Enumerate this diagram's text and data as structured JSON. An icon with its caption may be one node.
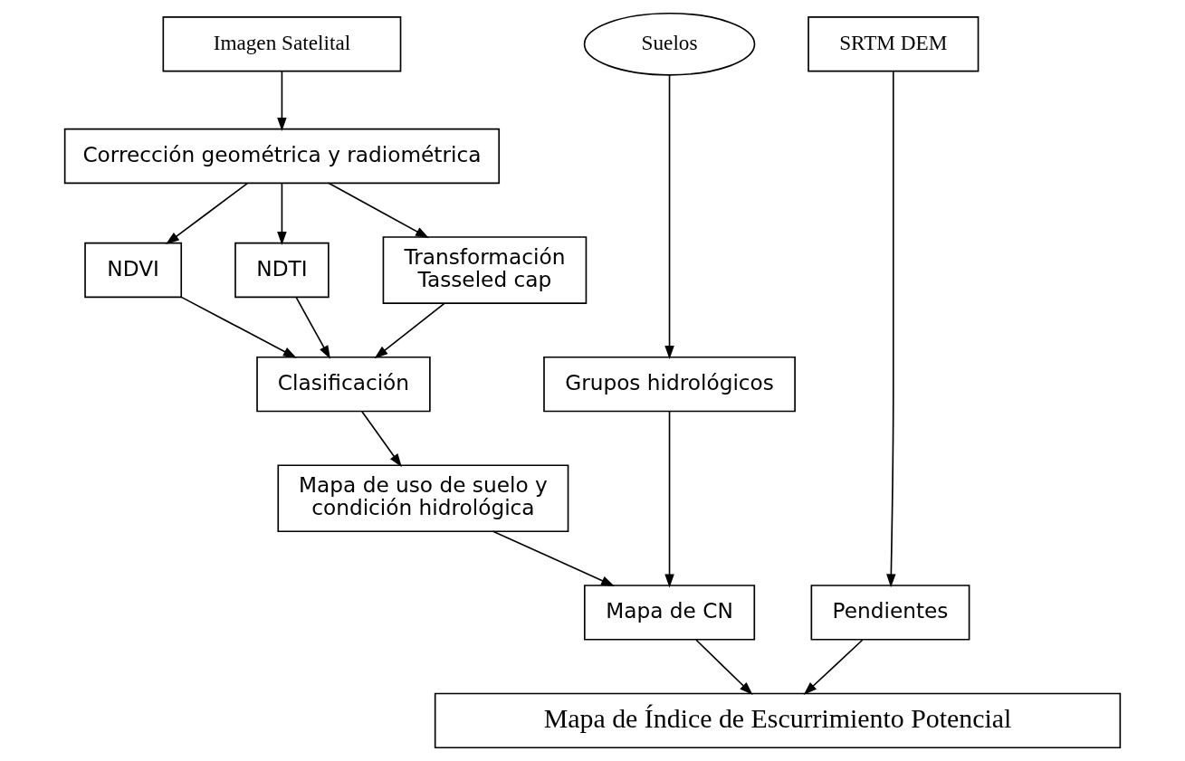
{
  "diagram": {
    "nodes": [
      {
        "text": [
          "Imagen Satelital"
        ]
      },
      {
        "text": [
          "Suelos"
        ]
      },
      {
        "text": [
          "SRTM DEM"
        ]
      },
      {
        "text": [
          "Corrección geométrica y radiométrica"
        ]
      },
      {
        "text": [
          "Transformación Tasseled cap"
        ]
      },
      {
        "text": [
          "NDVI"
        ]
      },
      {
        "text": [
          "NDTI"
        ]
      },
      {
        "text": [
          "Clasificación"
        ]
      },
      {
        "text": [
          "Grupos hidrológicos"
        ]
      },
      {
        "text": [
          "Mapa de uso de suelo y condición hidrológica"
        ]
      },
      {
        "text": [
          "Mapa de CN"
        ]
      },
      {
        "text": [
          "Pendientes"
        ]
      },
      {
        "text": [
          "Mapa de Índice de Escurrimiento Potencial"
        ]
      }
    ],
    "edges": [
      {
        "from": 0,
        "to": 3,
        "arrow": "to"
      },
      {
        "from": 3,
        "to": 4,
        "arrow": "to"
      },
      {
        "from": 3,
        "to": 5,
        "arrow": "to"
      },
      {
        "from": 3,
        "to": 6,
        "arrow": "to"
      },
      {
        "from": 4,
        "to": 7,
        "arrow": "to"
      },
      {
        "from": 5,
        "to": 7,
        "arrow": "to"
      },
      {
        "from": 6,
        "to": 7,
        "arrow": "to"
      },
      {
        "from": 1,
        "to": 8,
        "arrow": "to"
      },
      {
        "from": 7,
        "to": 9,
        "arrow": "to"
      },
      {
        "from": 9,
        "to": 10,
        "arrow": "to"
      },
      {
        "from": 8,
        "to": 10,
        "arrow": "to"
      },
      {
        "from": 2,
        "to": 11,
        "arrow": "to"
      },
      {
        "from": 10,
        "to": 12,
        "arrow": "to"
      },
      {
        "from": 11,
        "to": 12,
        "arrow": "to"
      }
    ]
  }
}
